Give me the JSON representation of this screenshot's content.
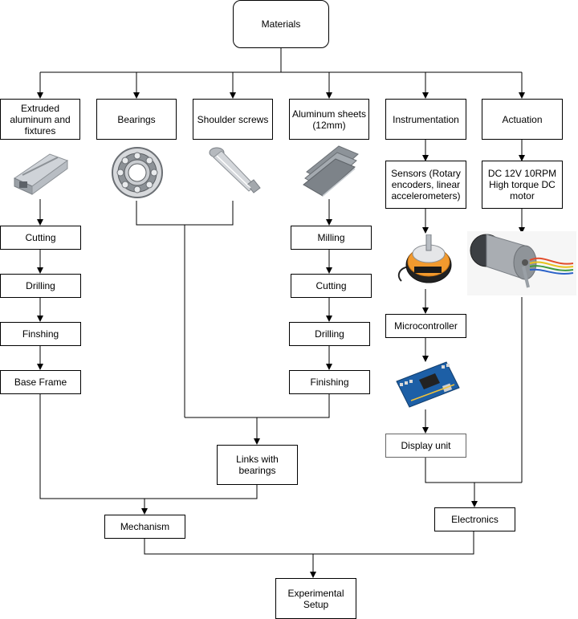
{
  "nodes": {
    "materials": "Materials",
    "extruded": "Extruded\naluminum and\nfixtures",
    "bearings": "Bearings",
    "shoulder": "Shoulder screws",
    "sheets": "Aluminum sheets\n(12mm)",
    "instrumentation": "Instrumentation",
    "actuation": "Actuation",
    "sensors": "Sensors (Rotary\nencoders, linear\naccelerometers)",
    "motor": "DC 12V 10RPM\nHigh torque DC\nmotor",
    "cutting_left": "Cutting",
    "drilling_left": "Drilling",
    "finshing": "Finshing",
    "base_frame": "Base Frame",
    "milling": "Milling",
    "cutting_right": "Cutting",
    "drilling_right": "Drilling",
    "finishing_right": "Finishing",
    "microcontroller": "Microcontroller",
    "display": "Display unit",
    "links": "Links with\nbearings",
    "mechanism": "Mechanism",
    "electronics": "Electronics",
    "experimental": "Experimental\nSetup"
  },
  "icons": {
    "extrusion": "aluminum-extrusion-icon",
    "bearing": "ball-bearing-icon",
    "screw": "shoulder-screw-icon",
    "sheet": "aluminum-sheet-icon",
    "encoder": "rotary-encoder-icon",
    "motor": "dc-motor-icon",
    "board": "microcontroller-board-icon"
  },
  "colors": {
    "line": "#000000",
    "box_border": "#000000",
    "accent_orange": "#f29a2e",
    "board_blue": "#1d5fa6"
  }
}
